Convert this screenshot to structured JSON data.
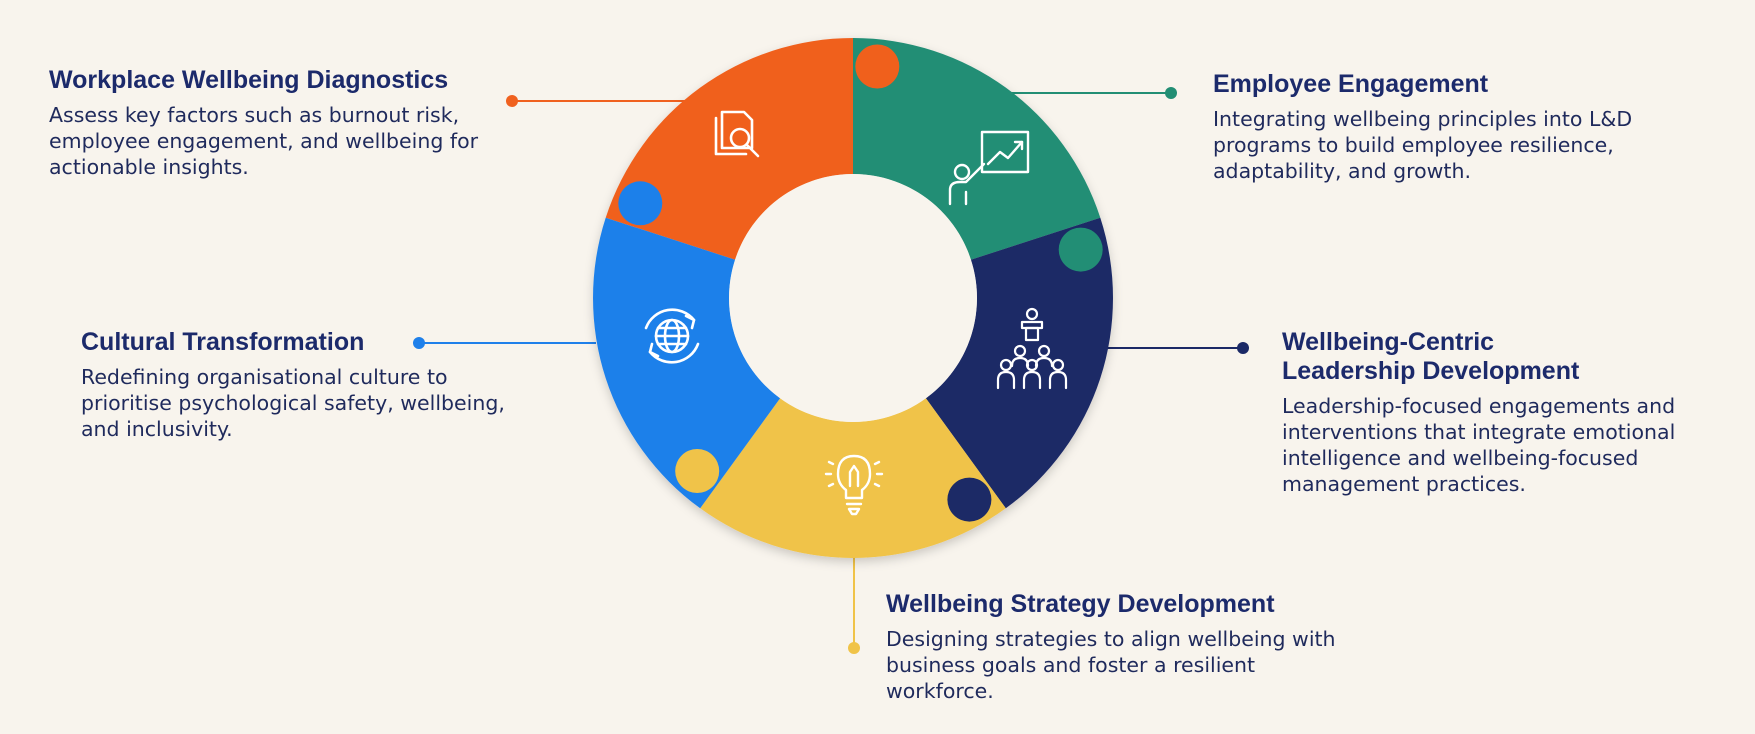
{
  "colors": {
    "background": "#f8f4ed",
    "heading": "#1c2a6b",
    "body_text": "#1f2a5c",
    "orange": "#f0611f",
    "green": "#228e74",
    "navy": "#1b2966",
    "yellow": "#f0c348",
    "blue": "#1f80ea"
  },
  "segments": [
    {
      "id": "diagnostics",
      "title": "Workplace Wellbeing Diagnostics",
      "description": [
        "Assess key factors such as burnout risk,",
        "employee engagement, and wellbeing for",
        "actionable insights."
      ],
      "icon": "document-search-icon",
      "color": "#f0611f"
    },
    {
      "id": "engagement",
      "title": "Employee Engagement",
      "description": [
        "Integrating wellbeing principles into L&D",
        "programs to build employee resilience,",
        "adaptability, and growth."
      ],
      "icon": "presentation-chart-icon",
      "color": "#228e74"
    },
    {
      "id": "leadership",
      "title": [
        "Wellbeing-Centric",
        "Leadership Development"
      ],
      "description": [
        "Leadership-focused engagements and",
        "interventions that integrate emotional",
        "intelligence and wellbeing-focused",
        "management practices."
      ],
      "icon": "speaker-audience-icon",
      "color": "#1b2966"
    },
    {
      "id": "strategy",
      "title": "Wellbeing Strategy Development",
      "description": [
        "Designing strategies to align wellbeing with",
        "business goals and foster a resilient",
        "workforce."
      ],
      "icon": "lightbulb-pencil-icon",
      "color": "#f0c348"
    },
    {
      "id": "culture",
      "title": "Cultural Transformation",
      "description": [
        "Redefining organisational culture to",
        "prioritise psychological safety, wellbeing,",
        "and inclusivity."
      ],
      "icon": "globe-cycle-icon",
      "color": "#1f80ea"
    }
  ]
}
